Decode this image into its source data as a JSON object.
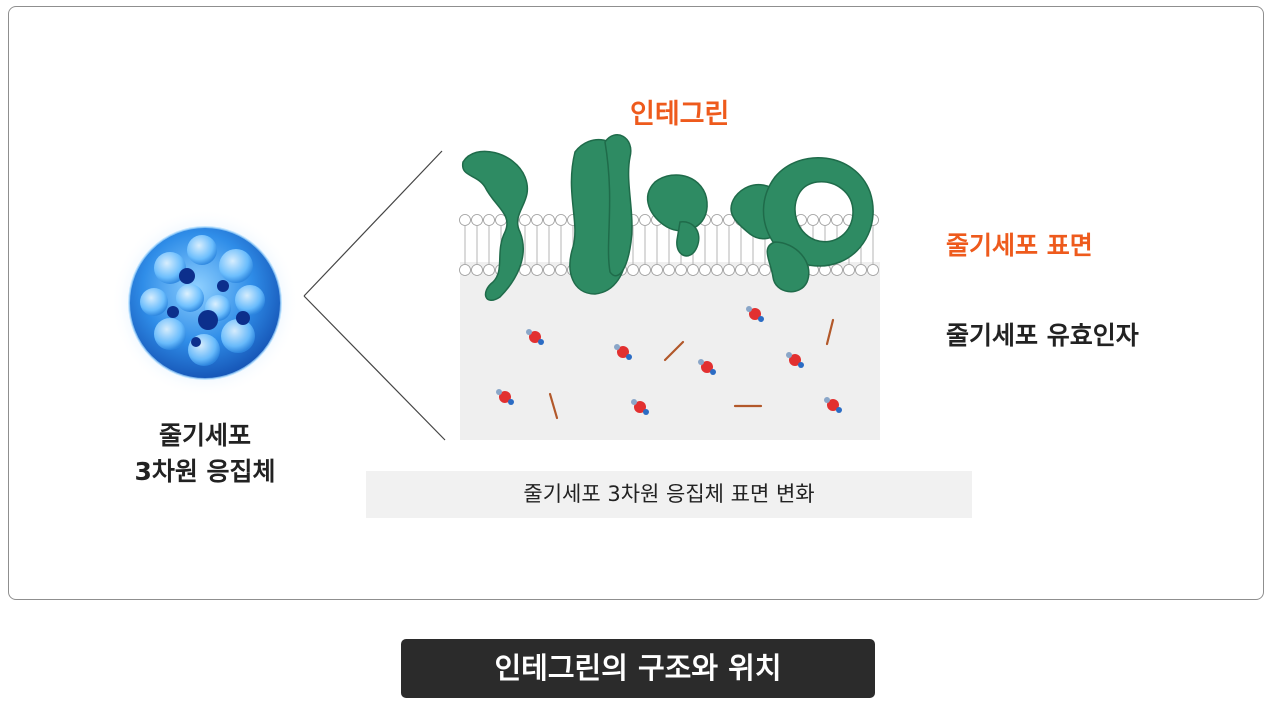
{
  "cell": {
    "label_line1": "줄기세포",
    "label_line2": "3차원 응집체",
    "icon": "cell-aggregate-icon"
  },
  "membrane": {
    "label_integrin": "인테그린",
    "label_surface": "줄기세포 표면",
    "label_factor": "줄기세포 유효인자",
    "caption": "줄기세포 3차원 응집체 표면 변화"
  },
  "title": "인테그린의 구조와 위치",
  "colors": {
    "accent": "#ee5a1c",
    "protein": "#2e8b63",
    "title_bg": "#2b2b2b",
    "caption_bg": "#f1f1f1"
  }
}
